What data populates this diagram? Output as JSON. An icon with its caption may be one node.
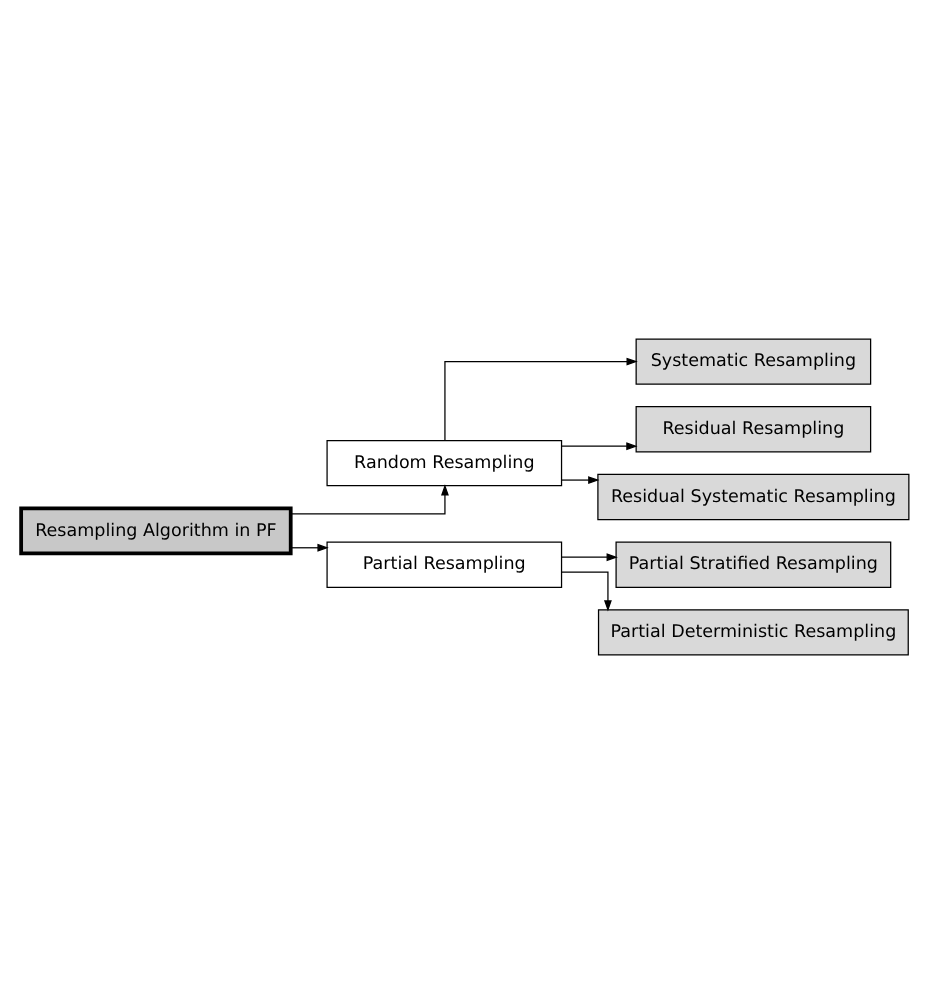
{
  "diagram": {
    "nodes": [
      {
        "text": [
          "Resampling Algorithm in PF"
        ]
      },
      {
        "text": [
          "Random Resampling"
        ]
      },
      {
        "text": [
          "Systematic Resampling"
        ]
      },
      {
        "text": [
          "Residual Resampling"
        ]
      },
      {
        "text": [
          "Residual Systematic Resampling"
        ]
      },
      {
        "text": [
          "Partial Resampling"
        ]
      },
      {
        "text": [
          "Partial Stratified Resampling"
        ]
      },
      {
        "text": [
          "Partial Deterministic Resampling"
        ]
      }
    ],
    "edges": [
      {
        "from": 0,
        "to": 1,
        "arrow": "to"
      },
      {
        "from": 1,
        "to": 2,
        "arrow": "to"
      },
      {
        "from": 1,
        "to": 3,
        "arrow": "to"
      },
      {
        "from": 1,
        "to": 4,
        "arrow": "to"
      },
      {
        "from": 0,
        "to": 5,
        "arrow": "to"
      },
      {
        "from": 5,
        "to": 6,
        "arrow": "to"
      },
      {
        "from": 5,
        "to": 7,
        "arrow": "to"
      }
    ]
  }
}
